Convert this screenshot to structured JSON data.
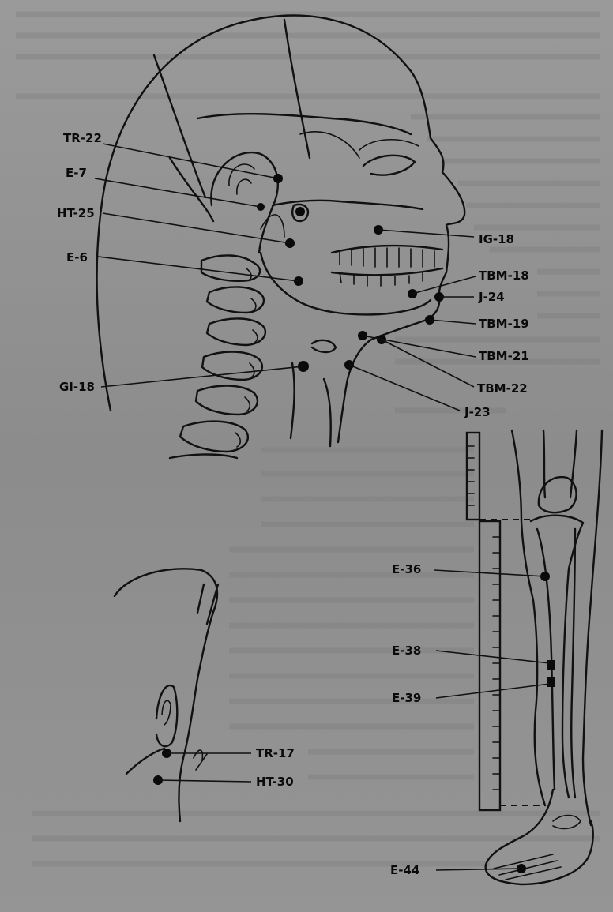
{
  "figure": {
    "head_labels": {
      "tr22": "TR-22",
      "e7": "E-7",
      "ht25": "HT-25",
      "e6": "E-6",
      "gi18": "GI-18",
      "ig18": "IG-18",
      "tbm18": "TBM-18",
      "j24": "J-24",
      "tbm19": "TBM-19",
      "tbm21": "TBM-21",
      "tbm22": "TBM-22",
      "j23": "J-23"
    },
    "ear_labels": {
      "tr17": "TR-17",
      "ht30": "HT-30"
    },
    "leg_labels": {
      "e36": "E-36",
      "e38": "E-38",
      "e39": "E-39",
      "e44": "E-44"
    }
  },
  "colors": {
    "paper": "#8f8f8f",
    "ink": "#111111"
  }
}
